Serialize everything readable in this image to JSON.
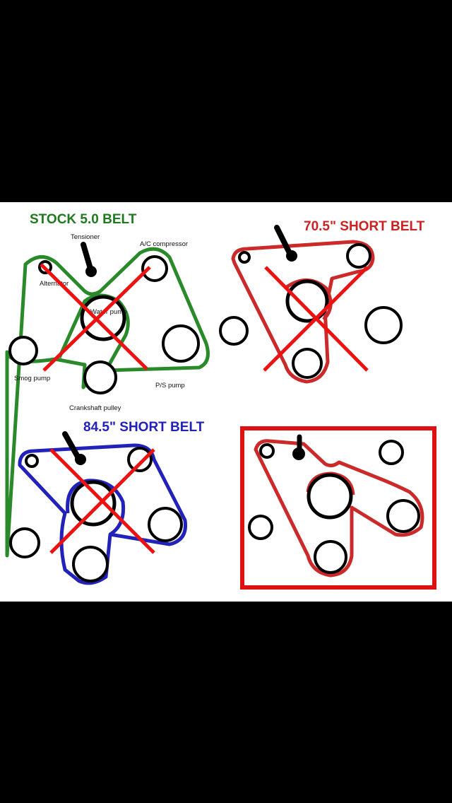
{
  "panels": {
    "stock": {
      "title": "STOCK 5.0 BELT",
      "title_color": "#1f7a1f",
      "belt_color": "#2a8a2a",
      "labels": {
        "tensioner": "Tensioner",
        "ac": "A/C compressor",
        "alternator": "Alternator",
        "water_pump": "Water pump",
        "smog": "Smog pump",
        "ps": "P/S pump",
        "crank": "Crankshaft pulley"
      },
      "crossed_out": true
    },
    "short70": {
      "title": "70.5\" SHORT BELT",
      "title_color": "#cc2222",
      "belt_color": "#cc2a2a",
      "crossed_out": true
    },
    "short84": {
      "title": "84.5\" SHORT BELT",
      "title_color": "#2222bb",
      "belt_color": "#2222bb",
      "crossed_out": true
    },
    "final": {
      "belt_color": "#cc2a2a",
      "frame_color": "#dd1111",
      "crossed_out": false
    }
  },
  "colors": {
    "cross": "#ee1111",
    "pulley_stroke": "#000000",
    "photo_background": "#ffffff",
    "letterbox": "#000000"
  }
}
